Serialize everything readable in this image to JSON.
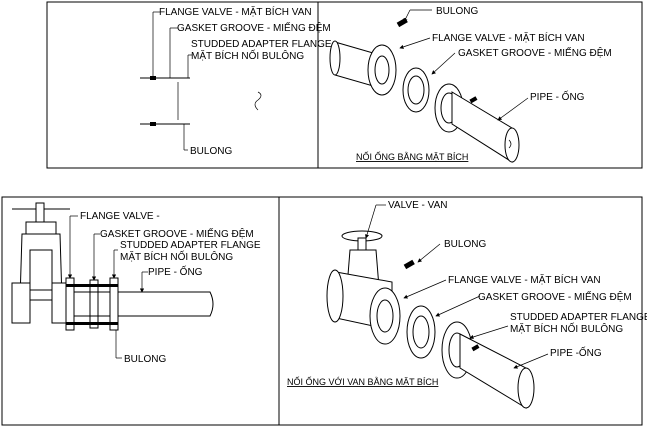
{
  "panels": {
    "top_left": {
      "flange_valve": "FLANGE VALVE - MẶT BÍCH VAN",
      "gasket_groove": "GASKET GROOVE - MIẾNG ĐỆM",
      "studded_adapter_1": "STUDDED ADAPTER FLANGE",
      "studded_adapter_2": "MẶT BÍCH NỐI BULÔNG",
      "bulong": "BULONG"
    },
    "top_right": {
      "bulong": "BULONG",
      "flange_valve": "FLANGE VALVE - MẶT BÍCH VAN",
      "gasket_groove": "GASKET GROOVE - MIẾNG ĐỆM",
      "pipe": "PIPE - ỐNG",
      "caption": "NỐI ỐNG BẰNG MẶT BÍCH"
    },
    "bottom_left": {
      "flange_valve": "FLANGE VALVE -",
      "gasket_groove": "GASKET GROOVE - MIẾNG ĐỆM",
      "studded_adapter_1": "STUDDED ADAPTER FLANGE",
      "studded_adapter_2": "MẶT BÍCH NỐI BULÔNG",
      "pipe": "PIPE - ỐNG",
      "bulong": "BULONG"
    },
    "bottom_right": {
      "valve": "VALVE - VAN",
      "bulong": "BULONG",
      "flange_valve": "FLANGE VALVE - MẶT BÍCH VAN",
      "gasket_groove": "GASKET GROOVE - MIẾNG ĐỆM",
      "studded_adapter_1": "STUDDED ADAPTER FLANGE",
      "studded_adapter_2": "MẶT BÍCH NỐI BULÔNG",
      "pipe": "PIPE -ỐNG",
      "caption": "NỐI ỐNG VỚI VAN BẰNG MẶT BÍCH"
    }
  }
}
